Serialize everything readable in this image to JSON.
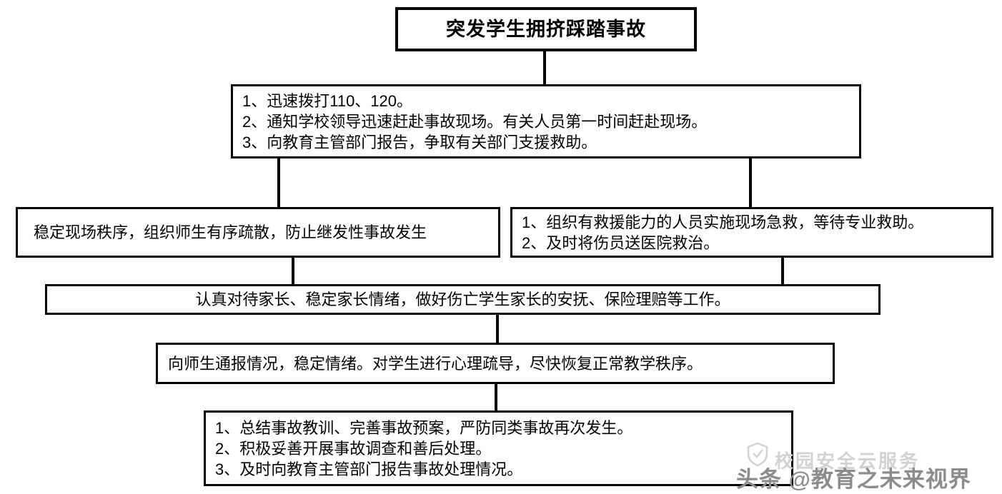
{
  "flowchart": {
    "title": {
      "text": "突发学生拥挤踩踏事故"
    },
    "immediate_actions": {
      "lines": [
        "1、迅速拨打110、120。",
        "2、通知学校领导迅速赶赴事故现场。有关人员第一时间赶赴现场。",
        "3、向教育主管部门报告，争取有关部门支援救助。"
      ]
    },
    "scene_order": {
      "text": "稳定现场秩序，组织师生有序疏散，防止继发性事故发生"
    },
    "first_aid": {
      "lines": [
        "1、组织有救援能力的人员实施现场急救，等待专业救助。",
        "2、及时将伤员送医院救治。"
      ]
    },
    "family_work": {
      "text": "认真对待家长、稳定家长情绪，做好伤亡学生家长的安抚、保险理赔等工作。"
    },
    "notify_restore": {
      "text": "向师生通报情况，稳定情绪。对学生进行心理疏导，尽快恢复正常教学秩序。"
    },
    "summary_actions": {
      "lines": [
        "1、总结事故教训、完善事故预案，严防同类事故再次发生。",
        "2、积极妥善开展事故调查和善后处理。",
        "3、及时向教育主管部门报告事故处理情况。"
      ]
    }
  },
  "watermark": {
    "faded_text": "校园安全云服务",
    "credit_text": "头条 @教育之未来视界"
  },
  "colors": {
    "border": "#000000",
    "background": "#ffffff",
    "watermark_faded": "#d2d2d2",
    "watermark_credit": "#8c8c8c"
  }
}
